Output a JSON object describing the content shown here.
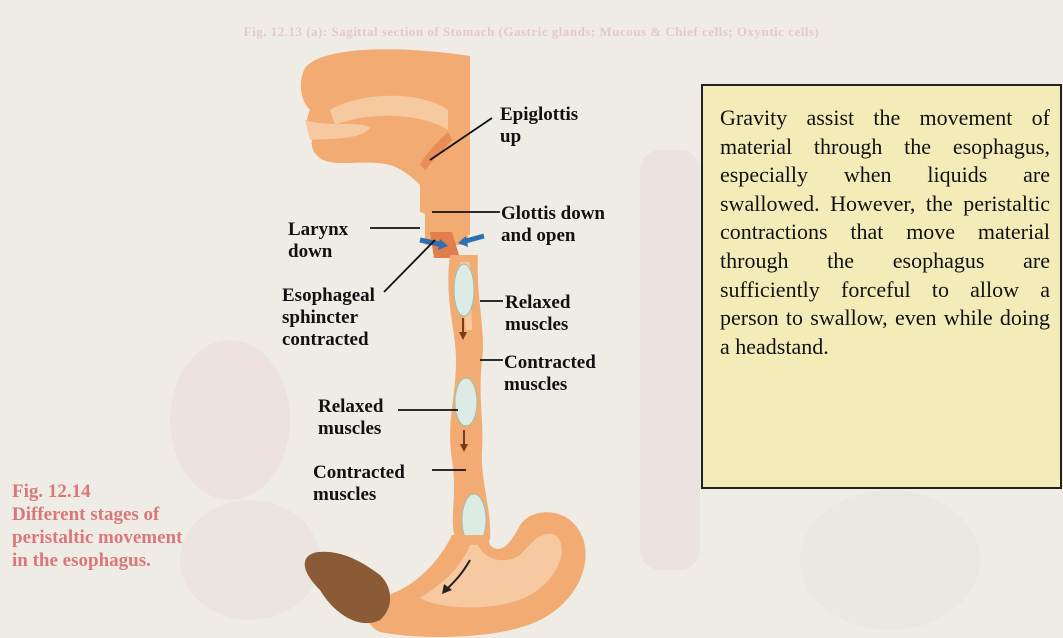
{
  "header_ghost": "Fig. 12.13 (a): Sagittal section of Stomach (Gastric glands; Mucous & Chief cells; Oxyntic cells)",
  "labels": {
    "epiglottis": [
      "Epiglottis",
      "up"
    ],
    "larynx": [
      "Larynx",
      "down"
    ],
    "glottis": [
      "Glottis down",
      "and open"
    ],
    "sphincter": [
      "Esophageal",
      "sphincter",
      "contracted"
    ],
    "relaxed_upper": [
      "Relaxed",
      "muscles"
    ],
    "contracted_upper": [
      "Contracted",
      "muscles"
    ],
    "relaxed_lower": [
      "Relaxed",
      "muscles"
    ],
    "contracted_lower": [
      "Contracted",
      "muscles"
    ]
  },
  "caption": {
    "fig_number": "Fig.  12.14",
    "lines": [
      "Different stages of",
      "peristaltic movement",
      "in the esophagus."
    ]
  },
  "infobox": {
    "text": "Gravity assist the movement of material through the esophagus, especially when liquids are swallowed. However, the peristaltic contractions that move material through the esophagus are sufficiently forceful to allow a person to swallow, even while doing a headstand."
  },
  "colors": {
    "tissue": "#f2ab72",
    "tissue_light": "#f7c9a0",
    "bolus": "#dcebe3",
    "caption": "#d9787a",
    "box_bg": "#f4ecb8",
    "arrow_blue": "#2f6fb3"
  }
}
